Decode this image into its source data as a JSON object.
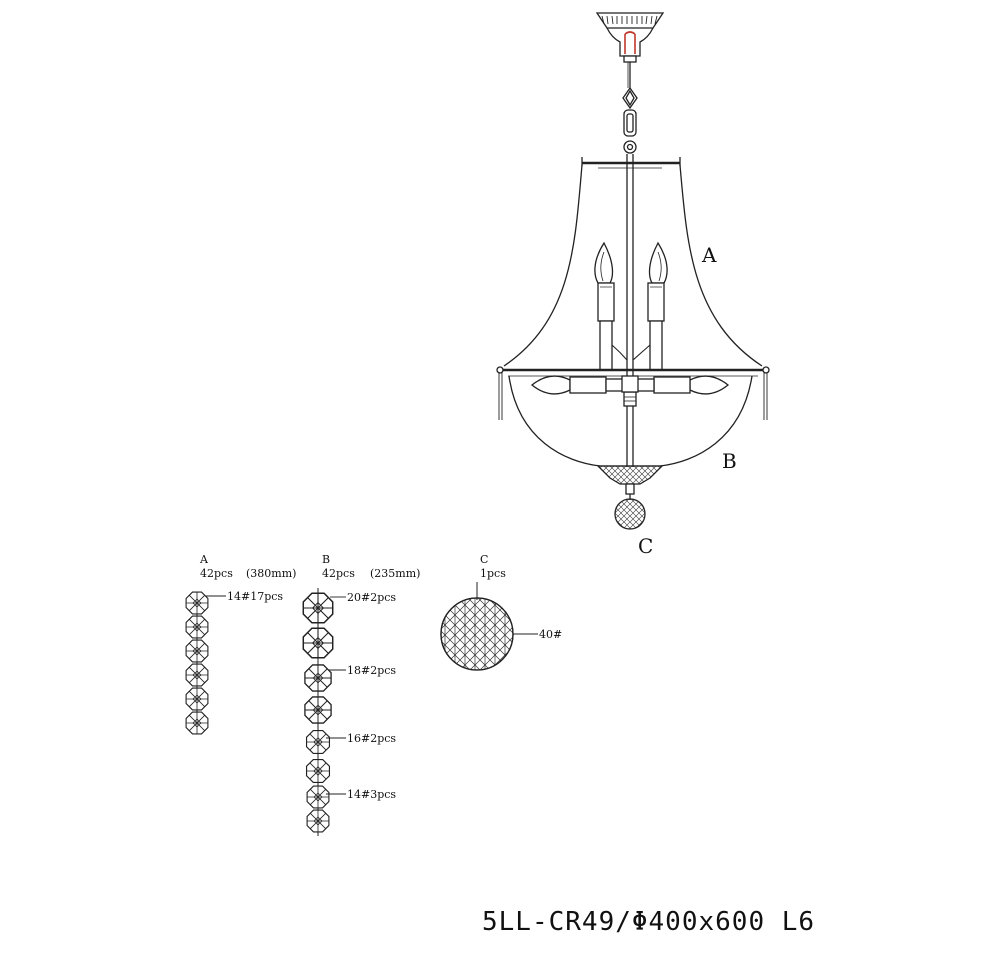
{
  "callouts": {
    "a": "A",
    "b": "B",
    "c": "C"
  },
  "parts": [
    {
      "letter": "A",
      "qty": "42pcs",
      "size": "(380mm)",
      "labels": [
        "14#17pcs"
      ]
    },
    {
      "letter": "B",
      "qty": "42pcs",
      "size": "(235mm)",
      "labels": [
        "20#2pcs",
        "18#2pcs",
        "16#2pcs",
        "14#3pcs"
      ]
    },
    {
      "letter": "C",
      "qty": "1pcs",
      "size": "",
      "labels": [
        "40#"
      ]
    }
  ],
  "model_label": "5LL-CR49/Φ400x600 L6",
  "colors": {
    "line": "#222222",
    "accent": "#c0392b"
  }
}
